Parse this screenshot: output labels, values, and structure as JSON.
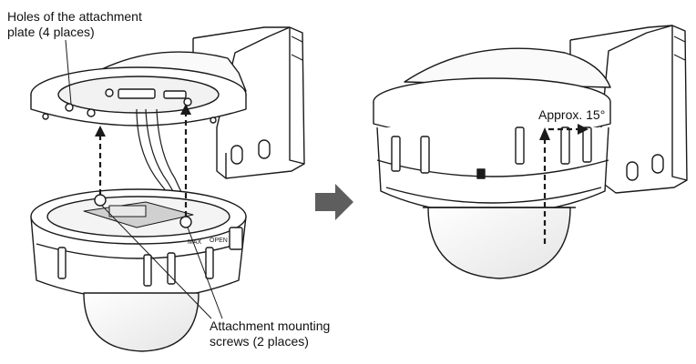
{
  "labels": {
    "holes_line1": "Holes of the attachment",
    "holes_line2": "plate (4 places)",
    "screws_line1": "Attachment mounting",
    "screws_line2": "screws (2 places)",
    "angle": "Approx. 15°"
  },
  "colors": {
    "stroke": "#1a1a1a",
    "shade": "#d0d0d0",
    "arrow": "#5e5e5e",
    "background": "#ffffff"
  },
  "icons": {
    "step_arrow": "right-arrow-icon"
  }
}
